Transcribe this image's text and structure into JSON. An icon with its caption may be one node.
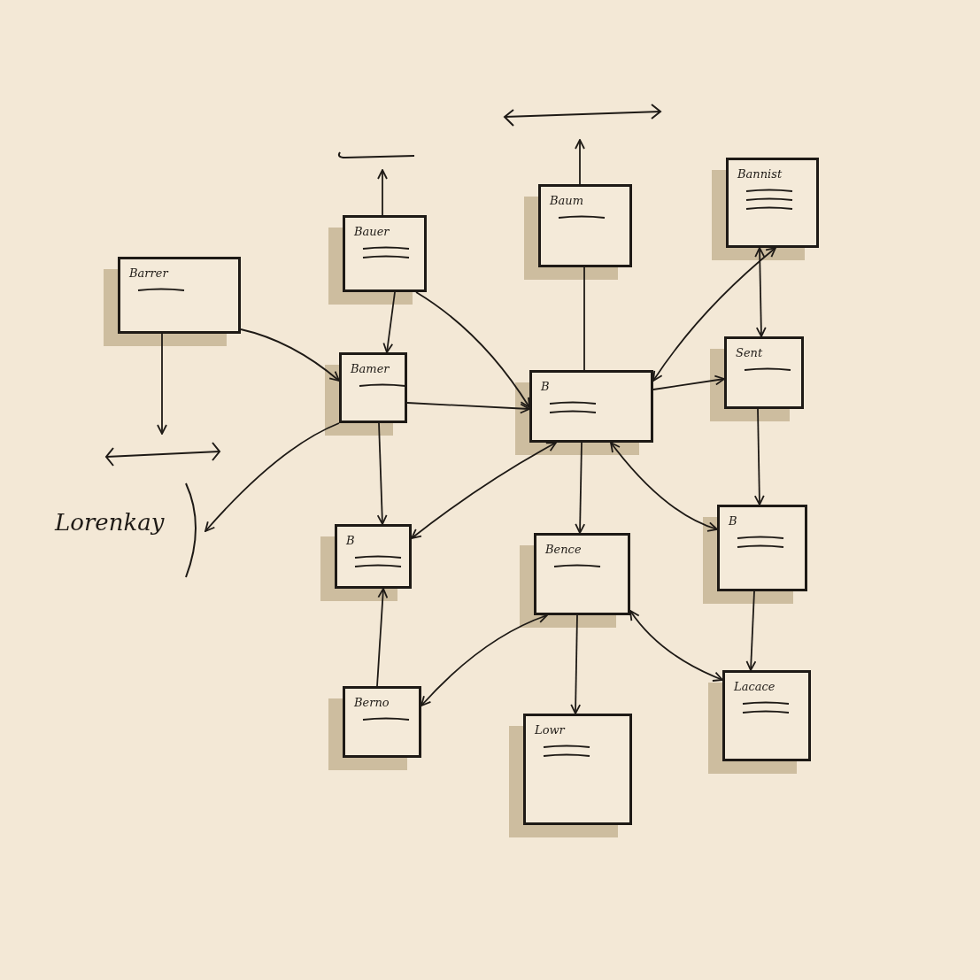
{
  "diagram": {
    "nodes": [
      {
        "text": [
          "Barrer"
        ]
      },
      {
        "text": [
          "Bauer"
        ]
      },
      {
        "text": [
          "Baum"
        ]
      },
      {
        "text": [
          "Bannist"
        ]
      },
      {
        "text": [
          "Bamer"
        ]
      },
      {
        "text": [
          "B"
        ]
      },
      {
        "text": [
          "Sent"
        ]
      },
      {
        "text": [
          "B"
        ]
      },
      {
        "text": [
          "Bence"
        ]
      },
      {
        "text": [
          "B"
        ]
      },
      {
        "text": [
          "Berno"
        ]
      },
      {
        "text": [
          "Lowr"
        ]
      },
      {
        "text": [
          "Lacace"
        ]
      },
      {
        "text": [
          "Lorenkay"
        ]
      }
    ],
    "edges": [
      {
        "from": 0,
        "to": 4,
        "arrow": "to"
      },
      {
        "from": 1,
        "to": 4,
        "arrow": "to"
      },
      {
        "from": 1,
        "to": 5,
        "arrow": "to"
      },
      {
        "from": 4,
        "to": 5,
        "arrow": "to"
      },
      {
        "from": 2,
        "to": 5,
        "arrow": "none"
      },
      {
        "from": 3,
        "to": 5,
        "arrow": "both"
      },
      {
        "from": 3,
        "to": 6,
        "arrow": "both"
      },
      {
        "from": 5,
        "to": 6,
        "arrow": "to"
      },
      {
        "from": 4,
        "to": 13,
        "arrow": "to"
      },
      {
        "from": 4,
        "to": 7,
        "arrow": "to"
      },
      {
        "from": 5,
        "to": 7,
        "arrow": "both"
      },
      {
        "from": 5,
        "to": 8,
        "arrow": "to"
      },
      {
        "from": 5,
        "to": 9,
        "arrow": "both"
      },
      {
        "from": 6,
        "to": 9,
        "arrow": "to"
      },
      {
        "from": 10,
        "to": 7,
        "arrow": "to"
      },
      {
        "from": 8,
        "to": 10,
        "arrow": "both"
      },
      {
        "from": 8,
        "to": 11,
        "arrow": "to"
      },
      {
        "from": 8,
        "to": 12,
        "arrow": "both"
      },
      {
        "from": 9,
        "to": 12,
        "arrow": "to"
      },
      {
        "from": 1,
        "to": null,
        "arrow": "to"
      },
      {
        "from": 2,
        "to": null,
        "arrow": "to"
      },
      {
        "from": 0,
        "to": null,
        "arrow": "to"
      }
    ]
  }
}
